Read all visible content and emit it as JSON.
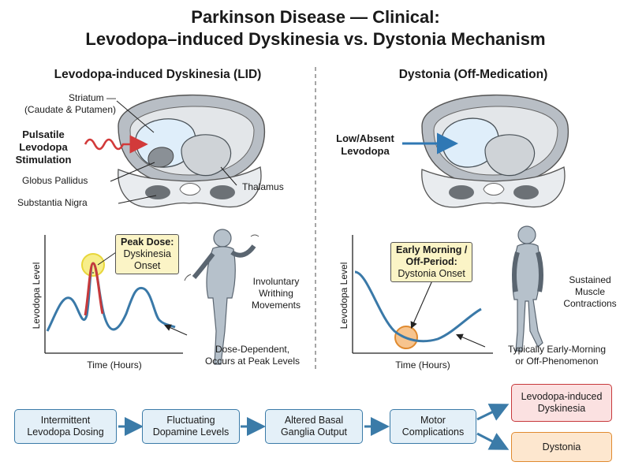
{
  "title": {
    "line1": "Parkinson Disease — Clinical:",
    "line2": "Levodopa–induced Dyskinesia vs. Dystonia Mechanism"
  },
  "left": {
    "heading": "Levodopa-induced Dyskinesia (LID)",
    "stimulus": [
      "Pulsatile",
      "Levodopa",
      "Stimulation"
    ],
    "anatomy": {
      "striatum": [
        "Striatum —",
        "(Caudate & Putamen)"
      ],
      "globus_pallidus": "Globus Pallidus",
      "substantia_nigra": "Substantia Nigra",
      "thalamus": "Thalamus"
    },
    "graph": {
      "ylabel": "Levodopa Level",
      "xlabel": "Time (Hours)",
      "callout_title": "Peak Dose:",
      "callout_lines": [
        "Dyskinesia",
        "Onset"
      ],
      "figure_label": [
        "Involuntary",
        "Writhing",
        "Movements"
      ],
      "note": [
        "Dose-Dependent,",
        "Occurs at Peak Levels"
      ]
    }
  },
  "right": {
    "heading": "Dystonia (Off-Medication)",
    "stimulus": [
      "Low/Absent",
      "Levodopa"
    ],
    "graph": {
      "ylabel": "Levodopa Level",
      "xlabel": "Time (Hours)",
      "callout_title": [
        "Early Morning /",
        "Off-Period:"
      ],
      "callout_lines": [
        "Dystonia Onset"
      ],
      "figure_label": [
        "Sustained",
        "Muscle",
        "Contractions"
      ],
      "note": [
        "Typically Early-Morning",
        "or Off-Phenomenon"
      ]
    }
  },
  "flow": {
    "steps": [
      [
        "Intermittent",
        "Levodopa Dosing"
      ],
      [
        "Fluctuating",
        "Dopamine Levels"
      ],
      [
        "Altered Basal",
        "Ganglia Output"
      ],
      [
        "Motor",
        "Complications"
      ]
    ],
    "outcomes": [
      [
        "Levodopa-induced",
        "Dyskinesia"
      ],
      [
        "Dystonia"
      ]
    ]
  },
  "colors": {
    "flow_border": "#3b7ba8",
    "flow_fill": "#e4f0f8",
    "lid_border": "#c7393b",
    "dystonia_border": "#e08a2f",
    "curve": "#3a79a8",
    "peak_highlight": "#f2e24a",
    "trough_highlight": "#f1a25c",
    "stimulus_wave": "#d23a3a"
  }
}
